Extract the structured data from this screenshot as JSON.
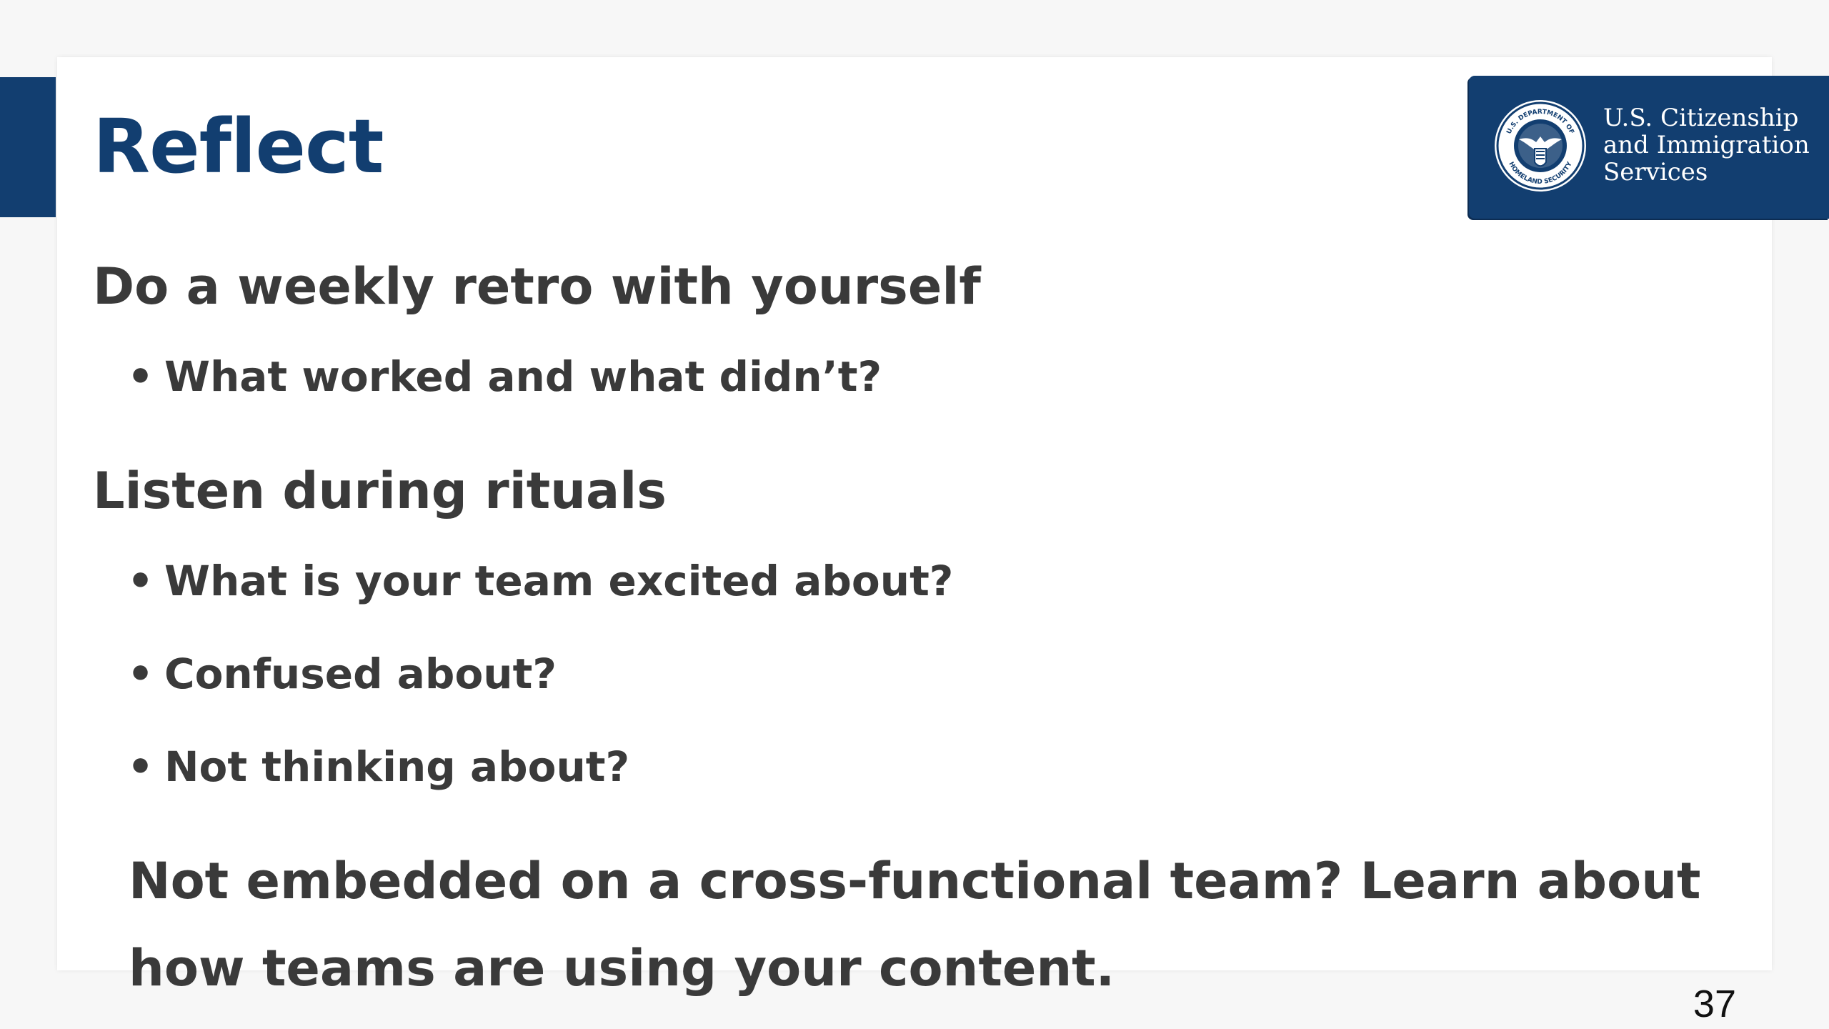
{
  "slide": {
    "title": "Reflect",
    "page_number": "37"
  },
  "logo": {
    "seal_text_top": "U.S. DEPARTMENT OF",
    "seal_text_bottom": "HOMELAND SECURITY",
    "agency_line_1": "U.S. Citizenship",
    "agency_line_2": "and Immigration",
    "agency_line_3": "Services"
  },
  "content": {
    "section_1": {
      "heading": "Do a weekly retro with yourself",
      "bullets": [
        "What worked and what didn’t?"
      ]
    },
    "section_2": {
      "heading": "Listen during rituals",
      "bullets": [
        "What is your team excited about?",
        "Confused about?",
        "Not thinking about?"
      ]
    },
    "closing": "Not embedded on a cross-functional team? Learn about how teams are using your content."
  },
  "colors": {
    "brand_blue": "#123e70",
    "text": "#3a3a3a",
    "background": "#ffffff"
  },
  "icons": {
    "seal": "dhs-seal-icon"
  }
}
